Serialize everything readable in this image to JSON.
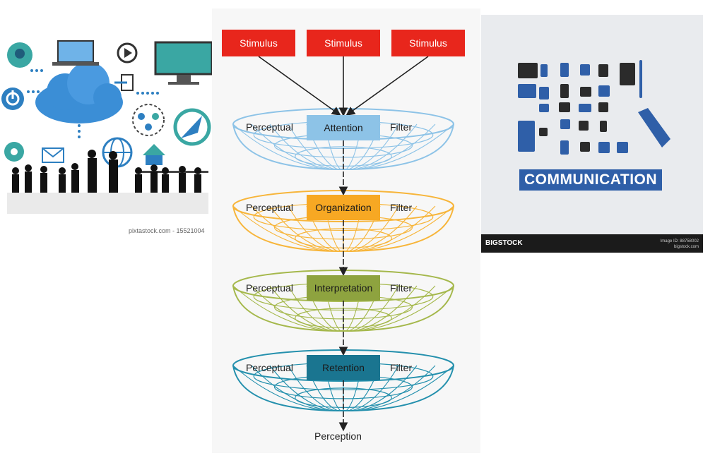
{
  "left_image": {
    "credit": "pixtastock.com - 15521004"
  },
  "diagram": {
    "stimuli": [
      "Stimulus",
      "Stimulus",
      "Stimulus"
    ],
    "stages": [
      {
        "left": "Perceptual",
        "name": "Attention",
        "right": "Filter",
        "color": "#8dc3e7",
        "bowl_color": "#8dc3e7"
      },
      {
        "left": "Perceptual",
        "name": "Organization",
        "right": "Filter",
        "color": "#f7a823",
        "bowl_color": "#f7b53a"
      },
      {
        "left": "Perceptual",
        "name": "Interpretation",
        "right": "Filter",
        "color": "#8ea33f",
        "bowl_color": "#a5b84c"
      },
      {
        "left": "Perceptual",
        "name": "Retention",
        "right": "Filter",
        "color": "#1a7590",
        "bowl_color": "#2490ad"
      }
    ],
    "output": "Perception",
    "stimulus_color": "#e8261c"
  },
  "right_image": {
    "title": "COMMUNICATION",
    "footer_left": "BIGSTOCK",
    "footer_right_1": "Image ID: 88758002",
    "footer_right_2": "bigstock.com",
    "banner_color": "#2f5fa8",
    "icon_color": "#2f5fa8"
  }
}
